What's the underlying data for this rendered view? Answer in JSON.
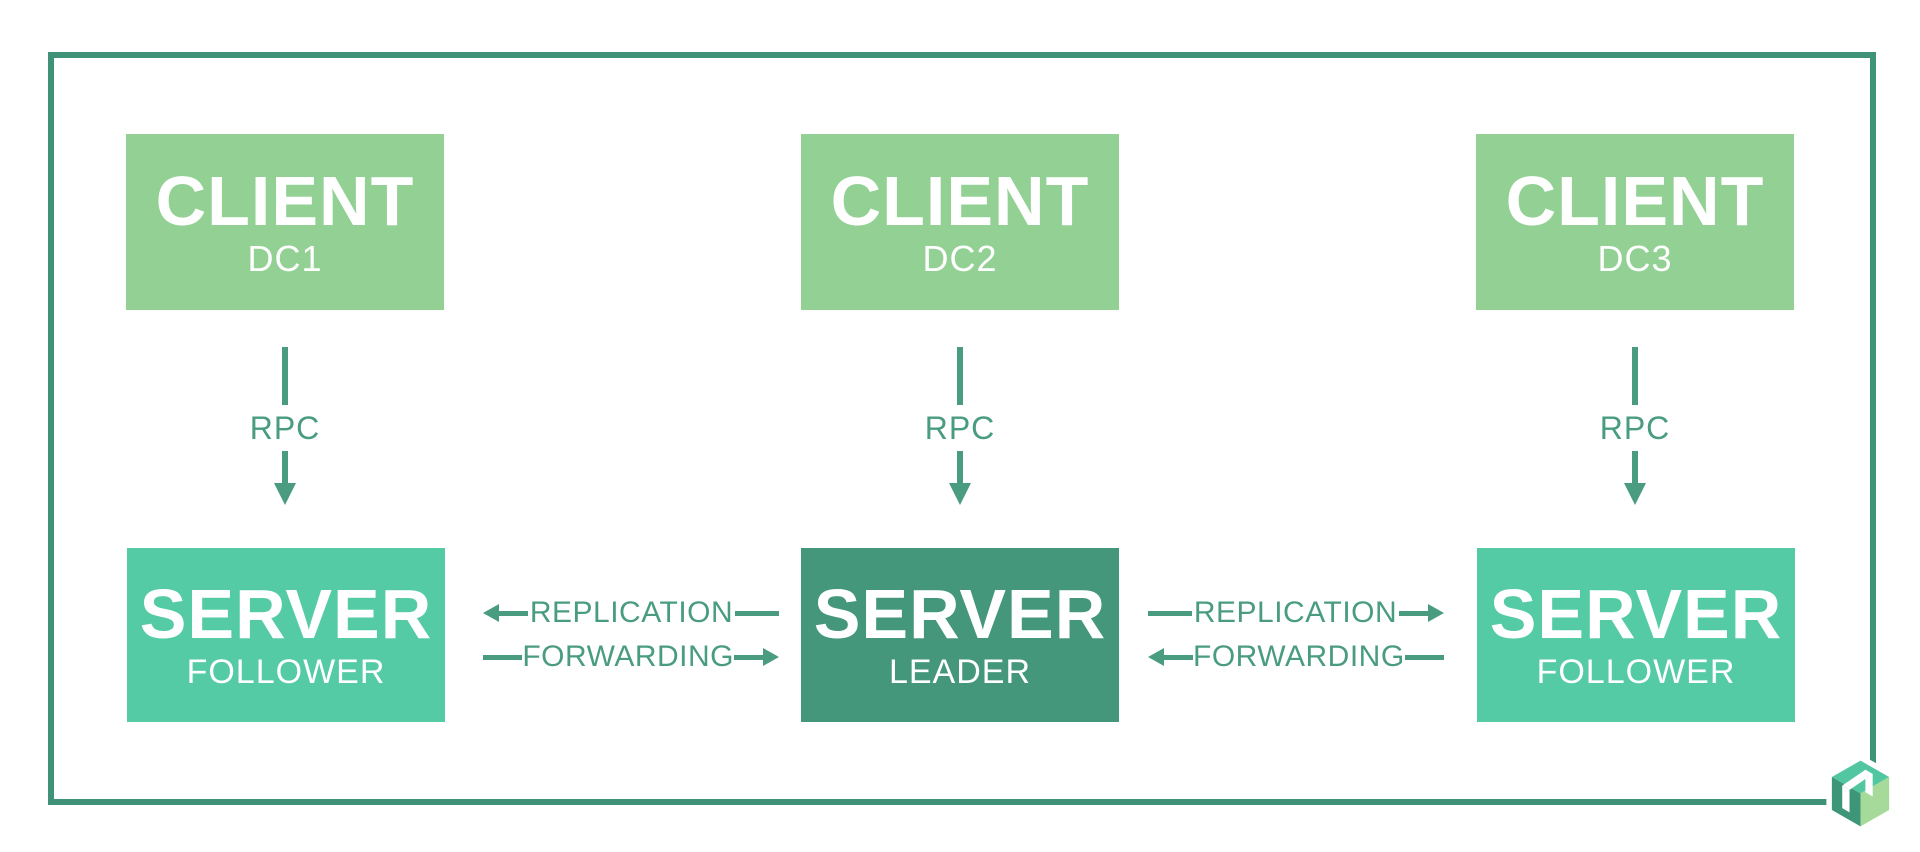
{
  "diagram": {
    "columns": [
      {
        "client": {
          "title": "CLIENT",
          "subtitle": "DC1"
        },
        "rpc_label": "RPC",
        "server": {
          "title": "SERVER",
          "subtitle": "FOLLOWER",
          "role": "follower"
        }
      },
      {
        "client": {
          "title": "CLIENT",
          "subtitle": "DC2"
        },
        "rpc_label": "RPC",
        "server": {
          "title": "SERVER",
          "subtitle": "LEADER",
          "role": "leader"
        }
      },
      {
        "client": {
          "title": "CLIENT",
          "subtitle": "DC3"
        },
        "rpc_label": "RPC",
        "server": {
          "title": "SERVER",
          "subtitle": "FOLLOWER",
          "role": "follower"
        }
      }
    ],
    "links": [
      {
        "row1": {
          "label": "REPLICATION",
          "arrow_direction": "left"
        },
        "row2": {
          "label": "FORWARDING",
          "arrow_direction": "right"
        }
      },
      {
        "row1": {
          "label": "REPLICATION",
          "arrow_direction": "right"
        },
        "row2": {
          "label": "FORWARDING",
          "arrow_direction": "left"
        }
      }
    ],
    "logo": {
      "name": "nomad-logo"
    },
    "colors": {
      "frame": "#3f9278",
      "accent": "#4a9c80",
      "client-box": "#92d094",
      "follower-box": "#54cba5",
      "leader-box": "#45977b",
      "logo-top": "#52c6a1",
      "logo-left": "#3e9678",
      "logo-right": "#a6da9a"
    }
  }
}
